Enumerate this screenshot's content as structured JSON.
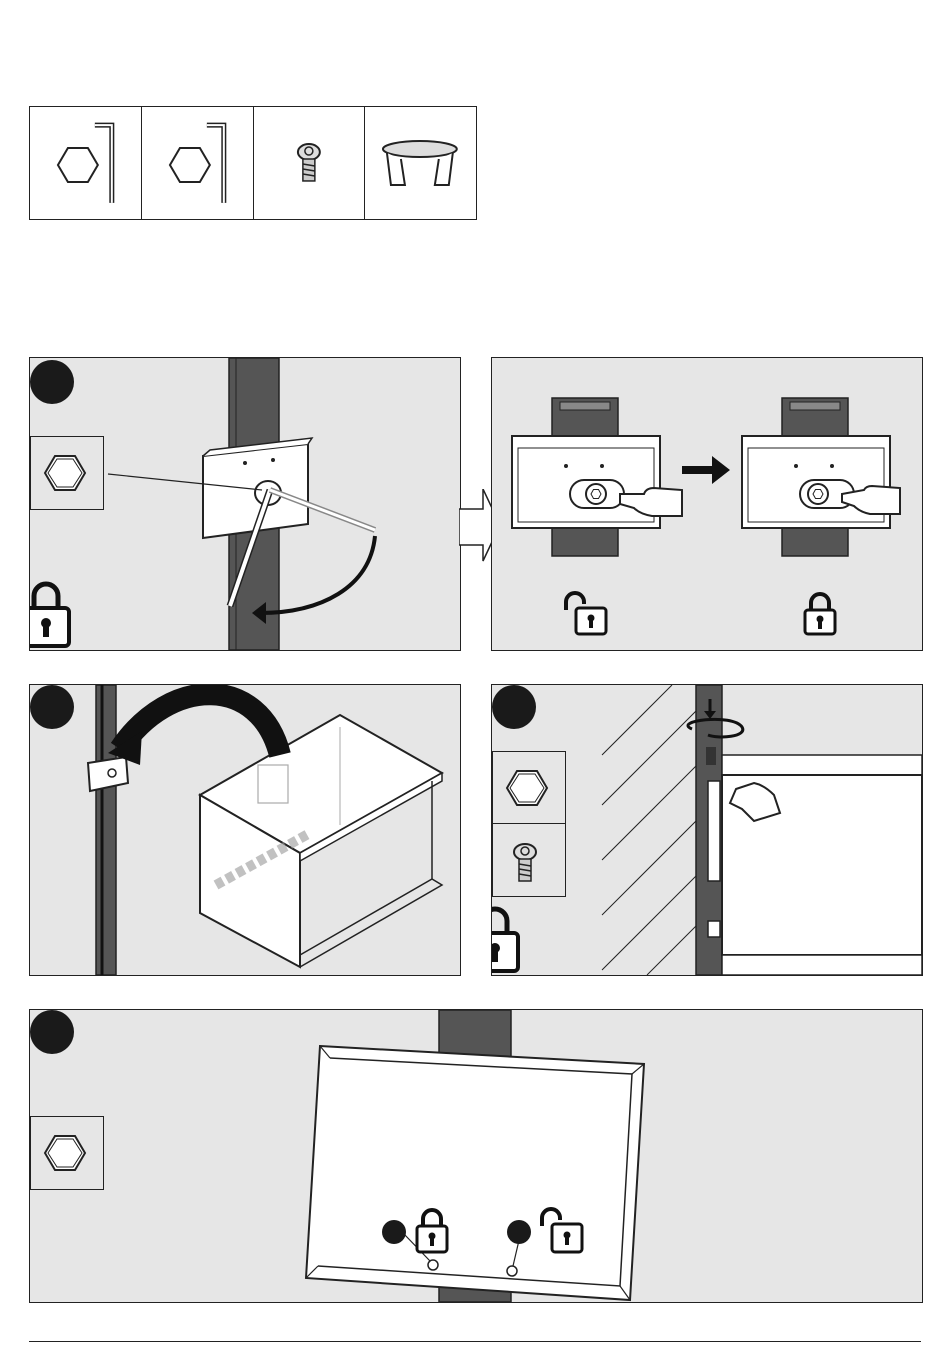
{
  "document": {
    "parts_strip": [
      {
        "icon": "hex-key-icon"
      },
      {
        "icon": "hex-key-icon"
      },
      {
        "icon": "screw-icon"
      },
      {
        "icon": "cover-cap-icon"
      }
    ],
    "steps": [
      {
        "panel": "step-1",
        "icons": [
          "hex-tool-icon",
          "lock-closed-icon"
        ]
      },
      {
        "panel": "step-1-detail",
        "icons": [
          "lock-open-icon",
          "lock-closed-icon",
          "arrow-right-icon"
        ]
      },
      {
        "panel": "step-2",
        "icons": [
          "curved-arrow-icon"
        ]
      },
      {
        "panel": "step-3",
        "icons": [
          "hex-tool-icon",
          "screw-icon",
          "lock-closed-icon"
        ]
      },
      {
        "panel": "step-4",
        "icons": [
          "hex-tool-icon",
          "lock-closed-icon",
          "lock-open-icon"
        ]
      }
    ],
    "colors": {
      "panel_bg": "#e6e6e6",
      "rail": "#555555",
      "ink": "#1a1a1a"
    }
  }
}
